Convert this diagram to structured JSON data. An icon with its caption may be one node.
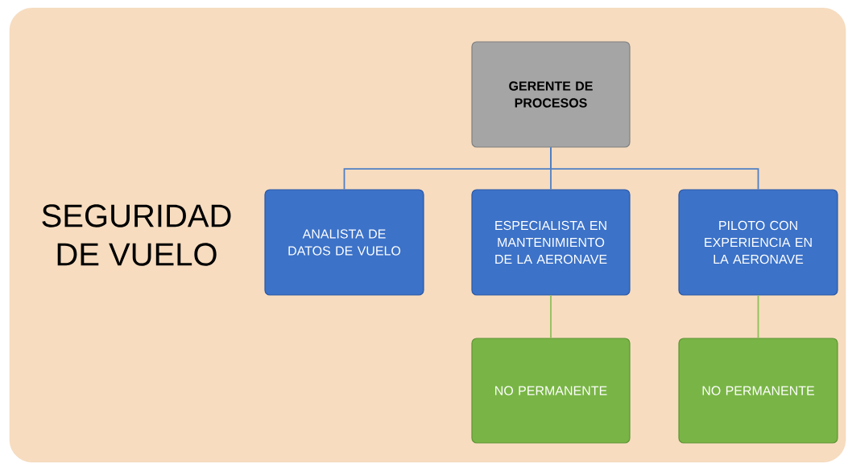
{
  "diagram": {
    "nodes": [
      {
        "text": [
          "SEGURIDAD DE VUELO"
        ]
      },
      {
        "text": [
          "GERENTE DE PROCESOS"
        ],
        "in": 0
      },
      {
        "text": [
          "ANALISTA DE DATOS DE VUELO"
        ],
        "in": 0
      },
      {
        "text": [
          "ESPECIALISTA EN MANTENIMIENTO DE LA AERONAVE"
        ],
        "in": 0
      },
      {
        "text": [
          "PILOTO CON EXPERIENCIA EN LA AERONAVE"
        ],
        "in": 0
      },
      {
        "text": [
          "NO PERMANENTE"
        ],
        "in": 0
      },
      {
        "text": [
          "NO PERMANENTE"
        ],
        "in": 0
      }
    ],
    "edges": [
      {
        "from": 1,
        "to": 2,
        "arrow": "none"
      },
      {
        "from": 1,
        "to": 3,
        "arrow": "none"
      },
      {
        "from": 1,
        "to": 4,
        "arrow": "none"
      },
      {
        "from": 3,
        "to": 5,
        "arrow": "none",
        "color": "#8fbf5a"
      },
      {
        "from": 4,
        "to": 6,
        "arrow": "none",
        "color": "#8fbf5a"
      }
    ]
  }
}
